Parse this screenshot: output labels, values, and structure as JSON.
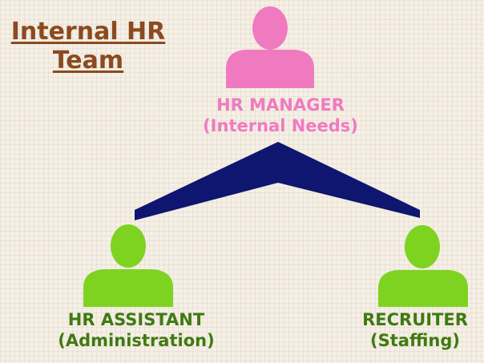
{
  "title": {
    "line1": "Internal HR",
    "line2": "Team"
  },
  "colors": {
    "title": "#8b4a1f",
    "manager": "#f07ac0",
    "staff": "#7ed321",
    "staff_text": "#3f7a12",
    "connector": "#0e1670"
  },
  "nodes": {
    "manager": {
      "role": "HR MANAGER",
      "detail": "(Internal Needs)",
      "icon": "person-icon"
    },
    "assistant": {
      "role": "HR ASSISTANT",
      "detail": "(Administration)",
      "icon": "person-icon"
    },
    "recruiter": {
      "role": "RECRUITER",
      "detail": "(Staffing)",
      "icon": "person-icon"
    }
  }
}
